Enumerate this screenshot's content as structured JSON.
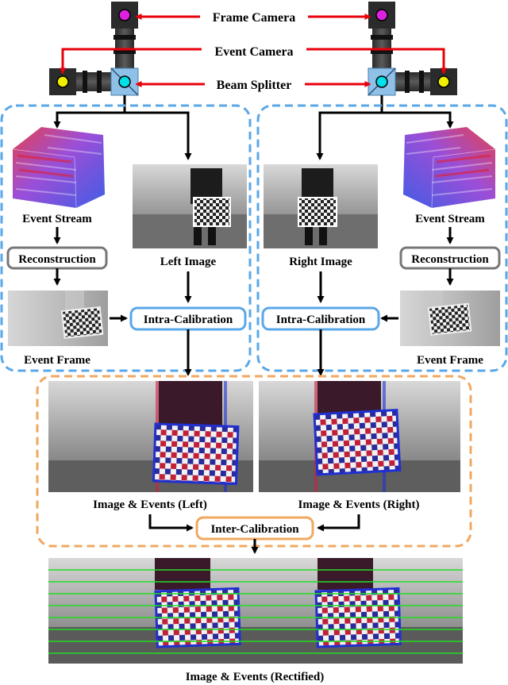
{
  "labels": {
    "frame_camera": "Frame Camera",
    "event_camera": "Event Camera",
    "beam_splitter": "Beam Splitter",
    "event_stream_left": "Event Stream",
    "event_stream_right": "Event Stream",
    "reconstruction_left": "Reconstruction",
    "reconstruction_right": "Reconstruction",
    "left_image": "Left Image",
    "right_image": "Right Image",
    "event_frame_left": "Event Frame",
    "event_frame_right": "Event Frame",
    "intra_calibration_left": "Intra-Calibration",
    "intra_calibration_right": "Intra-Calibration",
    "image_events_left": "Image & Events (Left)",
    "image_events_right": "Image & Events (Right)",
    "inter_calibration": "Inter-Calibration",
    "image_events_rectified": "Image & Events (Rectified)"
  },
  "colors": {
    "pointer_red": "#e8000b",
    "frame_camera_dot": "#e020e0",
    "event_camera_dot": "#f0ef00",
    "beam_splitter_dot": "#00e0e8",
    "intra_box_border": "#5aa7e8",
    "inter_box_border": "#f0a860",
    "reconstruction_border": "#777777",
    "rectify_lines": "#22dd22"
  },
  "icons": {
    "camera": "camera-icon",
    "event_cloud": "event-cloud-icon",
    "checkerboard": "checkerboard-icon"
  }
}
